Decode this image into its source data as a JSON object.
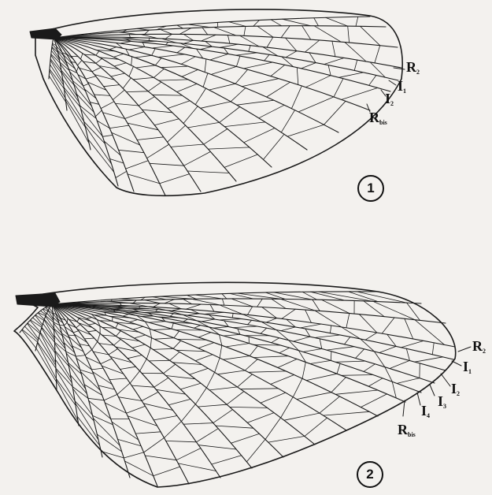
{
  "figures": [
    {
      "number": "1",
      "labels": [
        {
          "main": "R",
          "sub": "2"
        },
        {
          "main": "I",
          "sub": "1"
        },
        {
          "main": "I",
          "sub": "2"
        },
        {
          "main": "R",
          "sub": "bis"
        }
      ]
    },
    {
      "number": "2",
      "labels": [
        {
          "main": "R",
          "sub": "2"
        },
        {
          "main": "I",
          "sub": "1"
        },
        {
          "main": "I",
          "sub": "2"
        },
        {
          "main": "I",
          "sub": "3"
        },
        {
          "main": "I",
          "sub": "4"
        },
        {
          "main": "R",
          "sub": "bis"
        }
      ]
    }
  ],
  "colors": {
    "background": "#f3f1ee",
    "ink": "#111111"
  }
}
